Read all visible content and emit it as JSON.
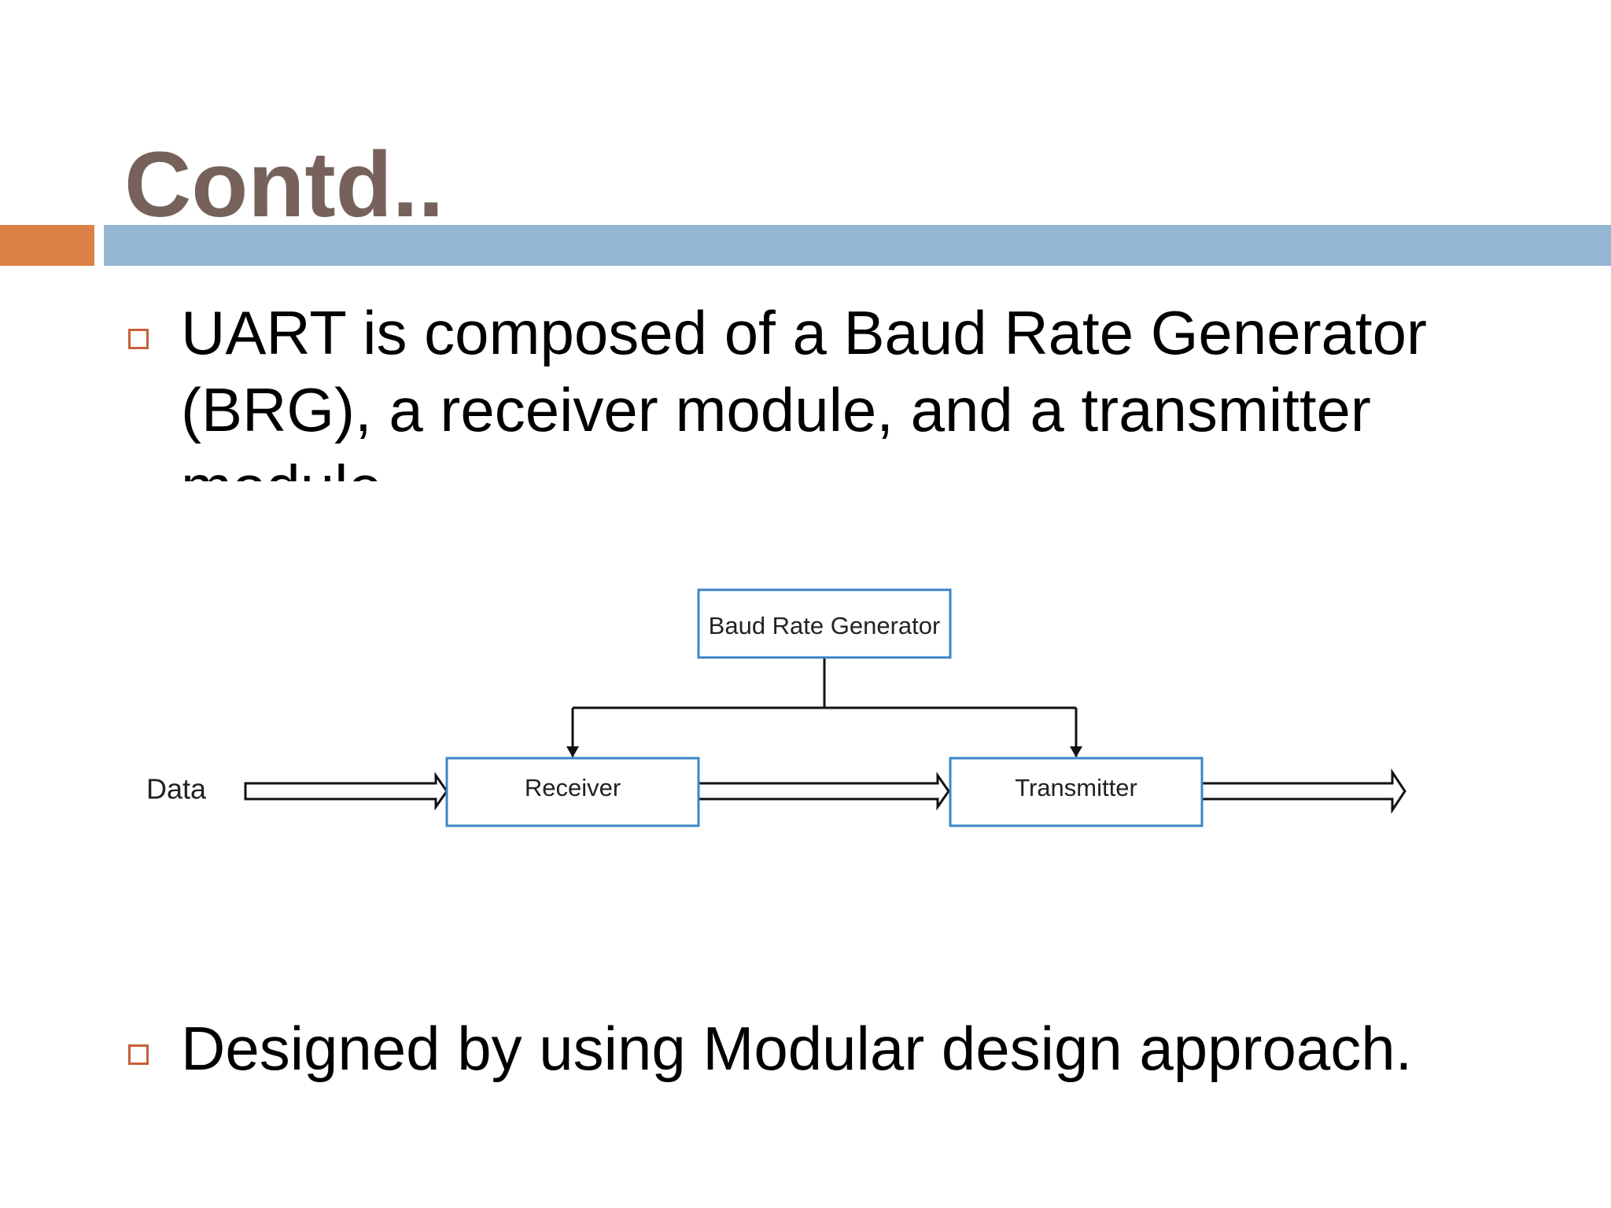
{
  "slide": {
    "title": "Contd..",
    "bullets": [
      {
        "text": "UART is composed of a Baud Rate Generator (BRG), a receiver module, and a transmitter module"
      },
      {
        "text": "Designed by using Modular design approach."
      }
    ]
  },
  "diagram": {
    "brg_label": "Baud Rate Generator",
    "receiver_label": "Receiver",
    "transmitter_label": "Transmitter",
    "input_label": "Data"
  },
  "colors": {
    "title": "#76625a",
    "accent_bar": "#dd8047",
    "main_bar": "#94b6d2",
    "bullet_marker": "#c7603a",
    "diagram_box_border": "#3a86c8"
  },
  "icons": {
    "bullet": "hollow-square-bullet-icon",
    "arrow": "double-line-arrow-icon"
  }
}
